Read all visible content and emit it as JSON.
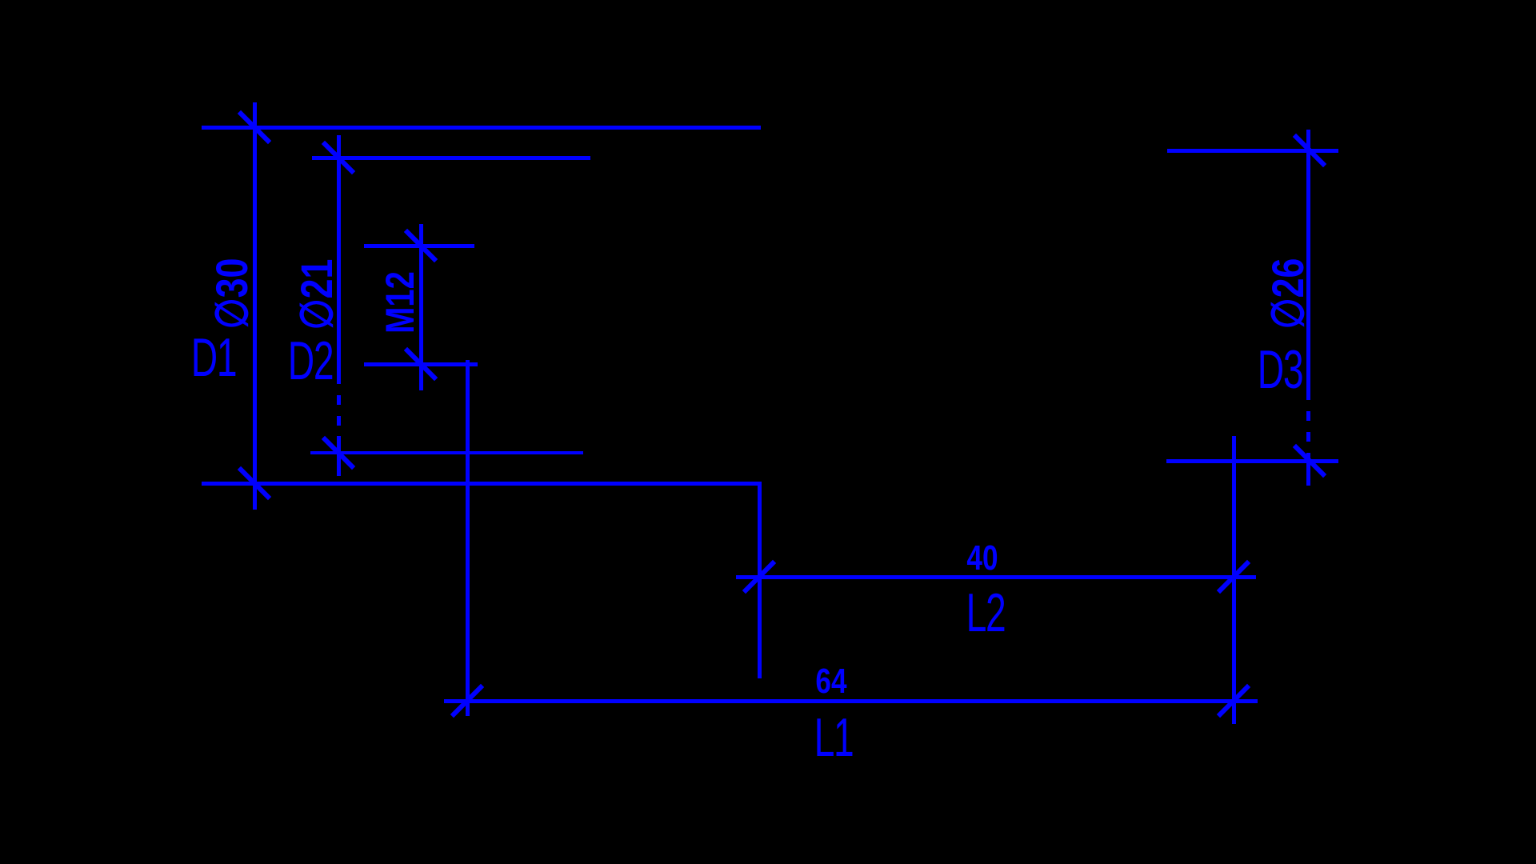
{
  "drawing_type": "technical-dimension-drawing",
  "colors": {
    "background": "#000000",
    "line": "#0000ff"
  },
  "dims": {
    "d1": {
      "label": "D1",
      "value": "∅30"
    },
    "d2": {
      "label": "D2",
      "value": "∅21"
    },
    "m12": {
      "value": "M12"
    },
    "d3": {
      "label": "D3",
      "value": "∅26"
    },
    "l2": {
      "label": "L2",
      "value": "40"
    },
    "l1": {
      "label": "L1",
      "value": "64"
    }
  }
}
